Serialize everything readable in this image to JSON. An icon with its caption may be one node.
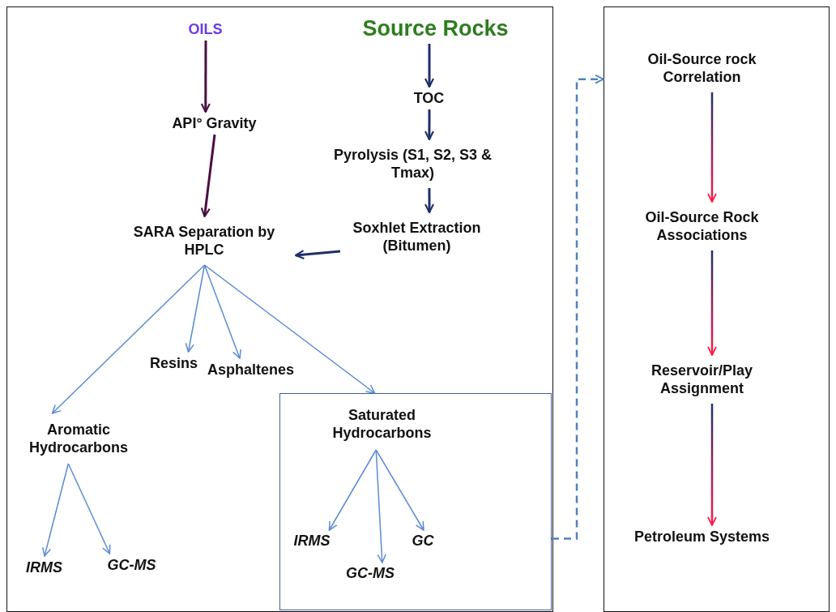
{
  "diagram": {
    "nodes": [
      {
        "text": [],
        "shape": "box"
      },
      {
        "text": [],
        "shape": "box"
      },
      {
        "text": [
          "OILS"
        ],
        "in": 0
      },
      {
        "text": [
          "Source Rocks"
        ],
        "in": 0
      },
      {
        "text": [
          "API° Gravity"
        ],
        "in": 0
      },
      {
        "text": [
          "TOC"
        ],
        "in": 0
      },
      {
        "text": [
          "Pyrolysis (S1, S2, S3 & Tmax)"
        ],
        "in": 0
      },
      {
        "text": [
          "Soxhlet Extraction (Bitumen)"
        ],
        "in": 0
      },
      {
        "text": [
          "SARA Separation by HPLC"
        ],
        "in": 0
      },
      {
        "text": [
          "Resins"
        ],
        "in": 0
      },
      {
        "text": [
          "Asphaltenes"
        ],
        "in": 0
      },
      {
        "text": [
          "Aromatic Hydrocarbons"
        ],
        "in": 0
      },
      {
        "text": [],
        "shape": "box",
        "in": 0
      },
      {
        "text": [
          "Saturated Hydrocarbons"
        ],
        "in": 12
      },
      {
        "text": [
          "IRMS"
        ],
        "in": 0
      },
      {
        "text": [
          "GC-MS"
        ],
        "in": 0
      },
      {
        "text": [
          "IRMS"
        ],
        "in": 12
      },
      {
        "text": [
          "GC-MS"
        ],
        "in": 12
      },
      {
        "text": [
          "GC"
        ],
        "in": 12
      },
      {
        "text": [
          "Oil-Source rock Correlation"
        ],
        "in": 1
      },
      {
        "text": [
          "Oil-Source Rock Associations"
        ],
        "in": 1
      },
      {
        "text": [
          "Reservoir/Play Assignment"
        ],
        "in": 1
      },
      {
        "text": [
          "Petroleum Systems"
        ],
        "in": 1
      }
    ],
    "edges": [
      {
        "from": 2,
        "to": 4,
        "arrow": "to",
        "color": "#4a0f40"
      },
      {
        "from": 4,
        "to": 8,
        "arrow": "to",
        "color": "#4a0f40"
      },
      {
        "from": 3,
        "to": 5,
        "arrow": "to",
        "color": "#1f2f6b"
      },
      {
        "from": 5,
        "to": 6,
        "arrow": "to",
        "color": "#1f2f6b"
      },
      {
        "from": 6,
        "to": 7,
        "arrow": "to",
        "color": "#1f2f6b"
      },
      {
        "from": 7,
        "to": 8,
        "arrow": "to",
        "color": "#1f2f6b"
      },
      {
        "from": 8,
        "to": 9,
        "arrow": "to"
      },
      {
        "from": 8,
        "to": 10,
        "arrow": "to"
      },
      {
        "from": 8,
        "to": 11,
        "arrow": "to"
      },
      {
        "from": 8,
        "to": 12,
        "arrow": "to"
      },
      {
        "from": 11,
        "to": 14,
        "arrow": "to"
      },
      {
        "from": 11,
        "to": 15,
        "arrow": "to"
      },
      {
        "from": 13,
        "to": 16,
        "arrow": "to"
      },
      {
        "from": 13,
        "to": 17,
        "arrow": "to"
      },
      {
        "from": 13,
        "to": 18,
        "arrow": "to"
      },
      {
        "from": 12,
        "to": 1,
        "arrow": "to",
        "style": "dashed",
        "color": "#4f81bd"
      },
      {
        "from": 19,
        "to": 20,
        "arrow": "to",
        "color": "#ff1a4a"
      },
      {
        "from": 20,
        "to": 21,
        "arrow": "to",
        "color": "#ff1a4a"
      },
      {
        "from": 21,
        "to": 22,
        "arrow": "to",
        "color": "#ff1a4a"
      }
    ]
  }
}
